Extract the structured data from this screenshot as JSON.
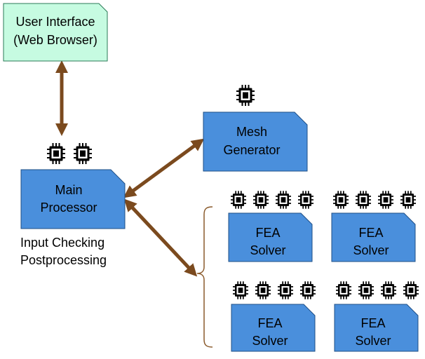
{
  "colors": {
    "ui_fill": "#c6fbe1",
    "ui_stroke": "#2b7a57",
    "node_fill": "#4a8fdc",
    "node_stroke": "#1f4f86",
    "arrow": "#7b4a1e",
    "bracket": "#8a5a2b",
    "chip": "#000000"
  },
  "icons": {
    "processor": "cpu-chip-icon"
  },
  "nodes": {
    "user_interface": {
      "line1": "User Interface",
      "line2": "(Web Browser)"
    },
    "main_processor": {
      "line1": "Main",
      "line2": "Processor"
    },
    "mesh_generator": {
      "line1": "Mesh",
      "line2": "Generator"
    },
    "solvers": [
      {
        "line1": "FEA",
        "line2": "Solver"
      },
      {
        "line1": "FEA",
        "line2": "Solver"
      },
      {
        "line1": "FEA",
        "line2": "Solver"
      },
      {
        "line1": "FEA",
        "line2": "Solver"
      }
    ]
  },
  "main_processor_notes": {
    "line1": "Input Checking",
    "line2": "Postprocessing"
  },
  "chip_counts": {
    "main_processor": 2,
    "mesh_generator": 1,
    "solver": 4
  }
}
